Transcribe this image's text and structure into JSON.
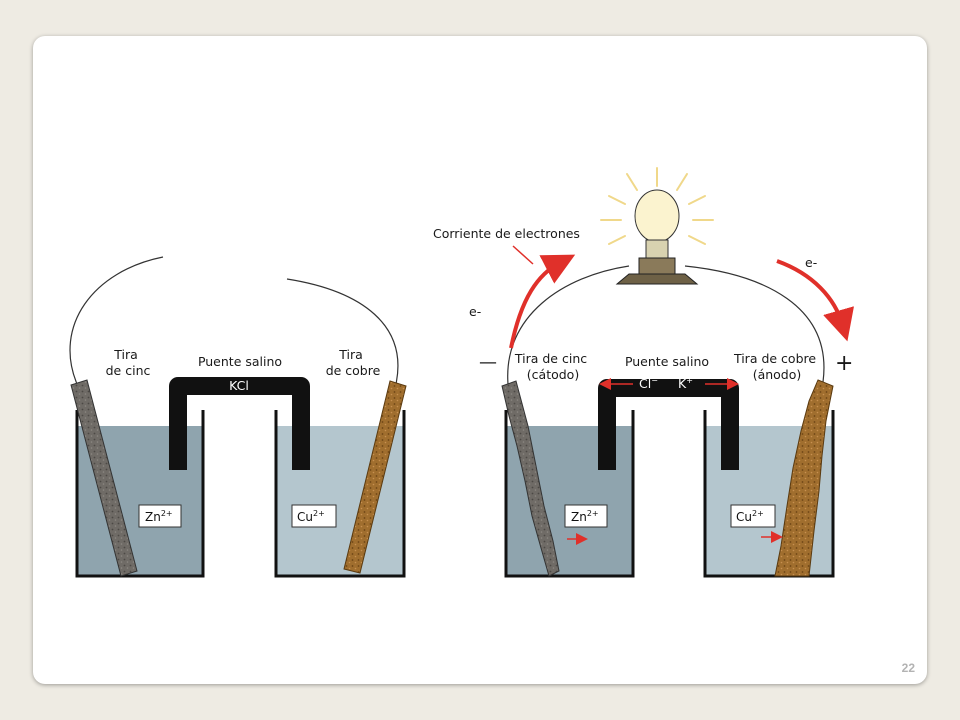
{
  "slide": {
    "number": "22"
  },
  "left_cell": {
    "zinc_strip": [
      "Tira",
      "de cinc"
    ],
    "salt_bridge": "Puente salino",
    "bridge_salt": "KCl",
    "copper_strip": [
      "Tira",
      "de cobre"
    ],
    "zinc_ion": {
      "base": "Zn",
      "charge": "2+"
    },
    "copper_ion": {
      "base": "Cu",
      "charge": "2+"
    }
  },
  "right_cell": {
    "electron_current": "Corriente de electrones",
    "electron_left": "e-",
    "electron_right": "e-",
    "minus_sign": "—",
    "plus_sign": "+",
    "zinc_strip": [
      "Tira de cinc",
      "(cátodo)"
    ],
    "salt_bridge": "Puente salino",
    "copper_strip": [
      "Tira de cobre",
      "(ánodo)"
    ],
    "anion": {
      "base": "Cl",
      "charge": "−"
    },
    "cation": {
      "base": "K",
      "charge": "+"
    },
    "zinc_ion": {
      "base": "Zn",
      "charge": "2+"
    },
    "copper_ion": {
      "base": "Cu",
      "charge": "2+"
    }
  },
  "colors": {
    "solution": "#8fa4ae",
    "solution_light": "#b4c6ce",
    "zinc": "#6e6a66",
    "copper": "#9a6a2c",
    "bridge": "#111111",
    "arrow": "#e0302a"
  }
}
